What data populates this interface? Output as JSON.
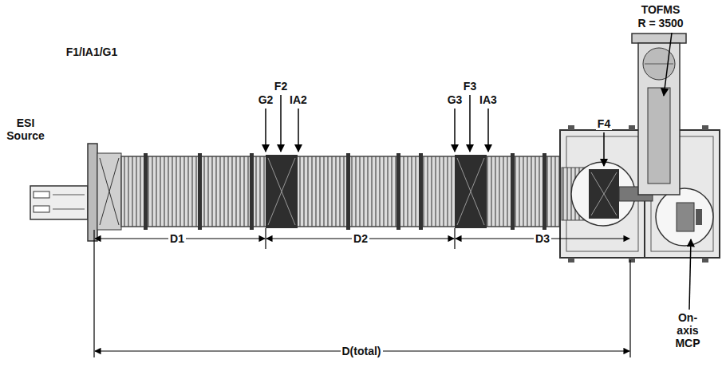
{
  "diagram": {
    "labels": [
      "TOFMS",
      "R = 3500",
      "F1/IA1/G1",
      "ESI Source",
      "G2",
      "F2",
      "IA2",
      "G3",
      "F3",
      "IA3",
      "F4",
      "D1",
      "D2",
      "D3",
      "D(total)",
      "On-axis MCP"
    ]
  }
}
